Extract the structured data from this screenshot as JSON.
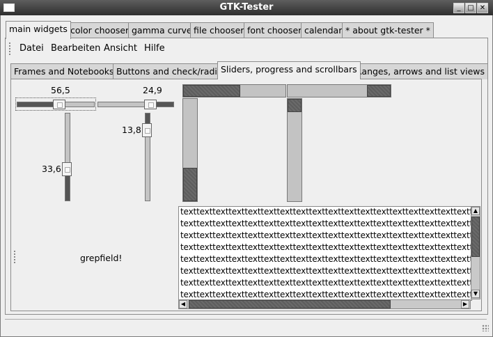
{
  "window": {
    "title": "GTK-Tester"
  },
  "top_tabs": [
    {
      "label": "main widgets"
    },
    {
      "label": "color chooser"
    },
    {
      "label": "gamma curve"
    },
    {
      "label": "file chooser"
    },
    {
      "label": "font chooser"
    },
    {
      "label": "calendar"
    },
    {
      "label": "* about gtk-tester *"
    }
  ],
  "menu": [
    "Datei",
    "Bearbeiten",
    "Ansicht",
    "Hilfe"
  ],
  "sub_tabs": [
    {
      "label": "Frames and Notebooks"
    },
    {
      "label": "Buttons and check/radio"
    },
    {
      "label": "Sliders, progress and scrollbars"
    },
    {
      "label": "Ranges, arrows and list views"
    }
  ],
  "sliders": {
    "h1_value": "56,5",
    "h2_value": "24,9",
    "v1_value": "33,6",
    "v2_value": "13,8"
  },
  "grip_label": "grepfield!",
  "textview": {
    "lines": [
      "texttexttexttexttexttexttexttexttexttexttexttexttexttexttexttexttexttexttexttext",
      "texttexttexttexttexttexttexttexttexttexttexttexttexttexttexttexttexttexttexttext",
      "texttexttexttexttexttexttexttexttexttexttexttexttexttexttexttexttexttexttexttext",
      "texttexttexttexttexttexttexttexttexttexttexttexttexttexttexttexttexttexttexttext",
      "texttexttexttexttexttexttexttexttexttexttexttexttexttexttexttexttexttexttexttext",
      "texttexttexttexttexttexttexttexttexttexttexttexttexttexttexttexttexttexttexttext",
      "texttexttexttexttexttexttexttexttexttexttexttexttexttexttexttexttexttexttexttext",
      "texttexttexttexttexttexttexttexttexttexttexttexttexttexttexttexttexttexttexttext"
    ]
  },
  "icons": {
    "window_menu": "window-menu-icon",
    "minimize": "minimize-icon",
    "maximize": "maximize-icon",
    "close": "close-icon",
    "scroll_up": "arrow-up-icon",
    "scroll_down": "arrow-down-icon",
    "scroll_left": "arrow-left-icon",
    "scroll_right": "arrow-right-icon",
    "resize_grip": "resize-grip-icon"
  },
  "glyphs": {
    "minimize": "_",
    "maximize": "□",
    "close": "✕",
    "up": "▲",
    "down": "▼",
    "left": "◀",
    "right": "▶"
  }
}
